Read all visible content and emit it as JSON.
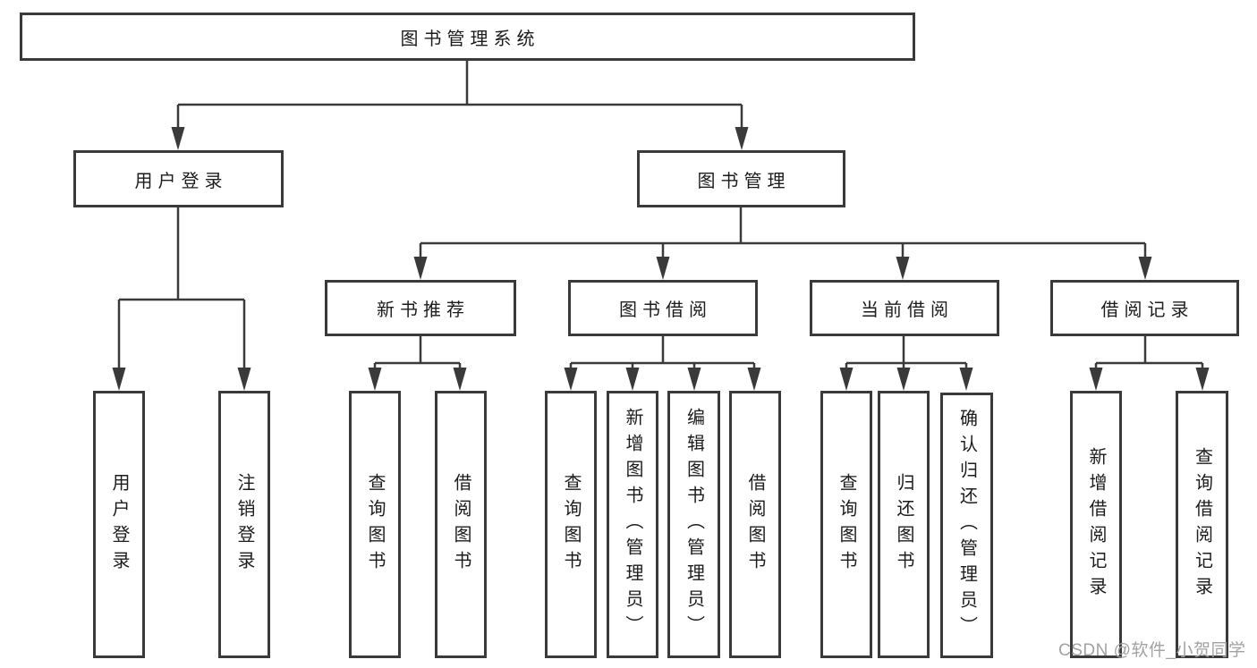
{
  "colors": {
    "line": "#3a3a3a",
    "text": "#1c1c1c",
    "background": "#ffffff",
    "watermark": "#a2a2a2"
  },
  "watermark": "CSDN @软件_小贺同学",
  "tree": {
    "root": {
      "label": "图书管理系统"
    },
    "children": [
      {
        "label": "用户登录",
        "children": [
          {
            "label": "用户登录"
          },
          {
            "label": "注销登录"
          }
        ]
      },
      {
        "label": "图书管理",
        "children": [
          {
            "label": "新书推荐",
            "children": [
              {
                "label": "查询图书"
              },
              {
                "label": "借阅图书"
              }
            ]
          },
          {
            "label": "图书借阅",
            "children": [
              {
                "label": "查询图书"
              },
              {
                "label": "新增图书（管理员）"
              },
              {
                "label": "编辑图书（管理员）"
              },
              {
                "label": "借阅图书"
              }
            ]
          },
          {
            "label": "当前借阅",
            "children": [
              {
                "label": "查询图书"
              },
              {
                "label": "归还图书"
              },
              {
                "label": "确认归还（管理员）"
              }
            ]
          },
          {
            "label": "借阅记录",
            "children": [
              {
                "label": "新增借阅记录"
              },
              {
                "label": "查询借阅记录"
              }
            ]
          }
        ]
      }
    ]
  }
}
